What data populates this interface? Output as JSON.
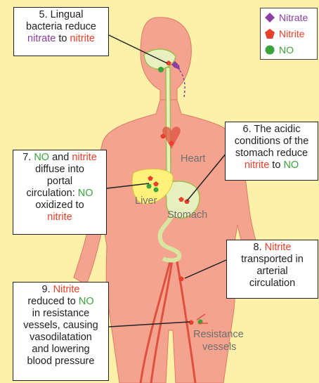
{
  "colors": {
    "background": "#fdf0a8",
    "body": "#f4a48e",
    "body_outline": "#e07a66",
    "nitrate": "#8a3fa0",
    "nitrite": "#e8402a",
    "no": "#3aa43a",
    "gut": "#e8f0c0"
  },
  "legend": {
    "nitrate": "Nitrate",
    "nitrite": "Nitrite",
    "no": "NO"
  },
  "labels": {
    "heart": "Heart",
    "liver": "Liver",
    "stomach": "Stomach",
    "resistance_vessels_line1": "Resistance",
    "resistance_vessels_line2": "vessels"
  },
  "box5": {
    "line1": "5. Lingual",
    "line2": "bacteria reduce",
    "nitrate": "nitrate",
    "to": " to ",
    "nitrite": "nitrite"
  },
  "box6": {
    "line1": "6. The acidic",
    "line2": "conditions of the",
    "line3": "stomach reduce",
    "nitrite": "nitrite",
    "to": " to ",
    "no": "NO"
  },
  "box7": {
    "prefix": "7. ",
    "no1": "NO",
    "and": " and ",
    "nitrite1": "nitrite",
    "line2": "diffuse into",
    "line3": "portal",
    "line4": "circulation: ",
    "no2": "NO",
    "line5": "oxidized to",
    "nitrite2": "nitrite"
  },
  "box8": {
    "prefix": "8. ",
    "nitrite": "Nitrite",
    "line2": "transported in",
    "line3": "arterial",
    "line4": "circulation"
  },
  "box9": {
    "prefix": "9. ",
    "nitrite": "Nitrite",
    "line2a": "reduced to ",
    "no": "NO",
    "line3": "in resistance",
    "line4": "vessels, causing",
    "line5": "vasodilatation",
    "line6": "and lowering",
    "line7": "blood pressure"
  }
}
